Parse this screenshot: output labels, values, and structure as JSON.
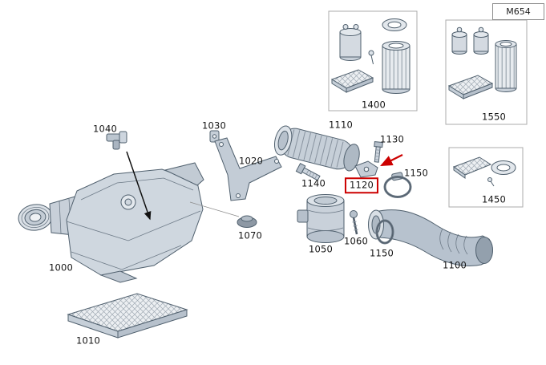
{
  "title_box": {
    "code": "M654"
  },
  "highlight": {
    "color": "#cc0000",
    "highlighted_part": "1120"
  },
  "part_labels": {
    "l1000": "1000",
    "l1010": "1010",
    "l1020": "1020",
    "l1030": "1030",
    "l1040": "1040",
    "l1050": "1050",
    "l1060": "1060",
    "l1070": "1070",
    "l1100": "1100",
    "l1110": "1110",
    "l1120": "1120",
    "l1130": "1130",
    "l1140": "1140",
    "l1150": "1150",
    "l1400": "1400",
    "l1450": "1450",
    "l1550": "1550"
  }
}
